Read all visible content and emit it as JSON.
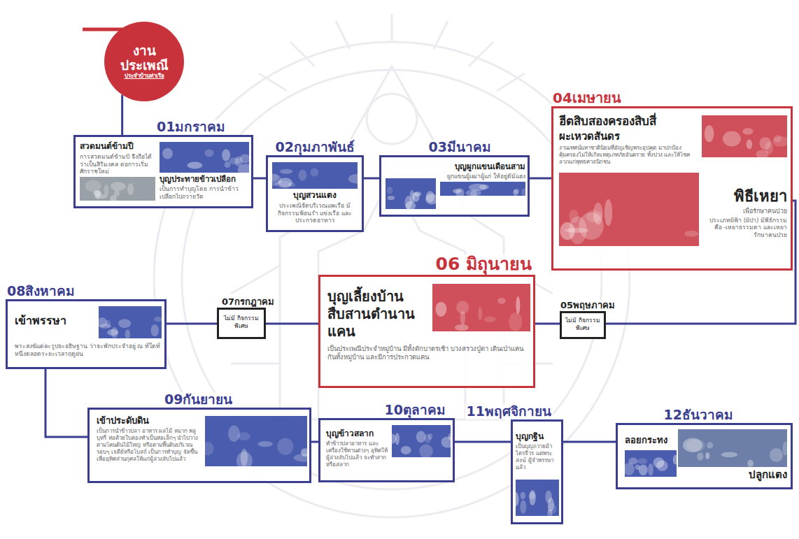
{
  "diagram": {
    "nodes": [
      {
        "text": [
          "งาน ประเพณี",
          "ประจำบ้านท่าเรือ"
        ]
      },
      {
        "text": [
          "01มกราคม",
          "สวดมนต์ข้ามปี",
          "การสวดมนต์ข้ามปี จึงถือได้ว่าเป็นสิริมงคล ต่อการเริ่มศักราชใหม่",
          "บุญประทายข้าวเปลือก",
          "เป็นการทำบุญโดย การนำข้าวเปลือกไปถวายวัด"
        ]
      },
      {
        "text": [
          "02กุมภาพันธ์",
          "บุญสวนแตง",
          "ประเพณีจัดบริเวณแพเรือ มีกิจกรรมฟ้อนรำ แข่งเรือ และประกวดอาหาร"
        ]
      },
      {
        "text": [
          "03มีนาคม",
          "บุญผูกแขนเดือนสาม",
          "ผูกแขนผู้เฒ่าผู้แก่ ให้อยู่ดีมีแฮง"
        ]
      },
      {
        "text": [
          "04เมษายน",
          "ฮีตสิบสองครองสิบสี่",
          "ผะเหวดสันดร",
          "งานเทศน์มหาชาตินิยมที่อัญเชิญพระอุปคุต มาปกป้องคุ้มครองไม่ให้เกิดเหตุเภทภัยอันตราย ทั้งปวง และให้โชคลาภแก่พุทธศาสนิกชน",
          "พิธีเหยา",
          "เพื่อรักษาคนป่วย",
          "ประเภทผีฟ้า (ผีป่า) มีพิธีกรรม คือ -เหยาธรรมดา และเหยารักษาคนป่วย"
        ]
      },
      {
        "text": [
          "05พฤษภาคม",
          "ไม่มี กิจกรรมพิเศษ"
        ]
      },
      {
        "text": [
          "06 มิถุนายน",
          "บุญเลี้ยงบ้าน สืบสานตำนานแคน",
          "เป็นประเพณีประจำหมู่บ้าน มีทั้งตักบาตรเช้า บวงสรวงปู่ตา เดินเป่าแคนกันทั้งหมู่บ้าน และมีการประกวดแคน"
        ]
      },
      {
        "text": [
          "07กรกฎาคม",
          "ไม่มี กิจกรรมพิเศษ"
        ]
      },
      {
        "text": [
          "08สิงหาคม",
          "เข้าพรรษา",
          "พระสงฆ์แต่ละรูปจะอธิษฐาน ว่าจะพักประจำอยู่ ณ ที่ใดที่หนึ่งตลอดระยะเวลาฤดูฝน"
        ]
      },
      {
        "text": [
          "09กันยายน",
          "เข้าประดับดิน",
          "เป็นการนำข้าวปลา อาหาร ผลไม้ หมาก พลู บุหรี่ ห่อด้วยใบตองทำเป็นห่อเล็กๆ นำไปวางตามโคนต้นไม้ใหญ่ หรือตามพื้นดินบริเวณรอบๆ เจดีย์หรือโบสถ์ เป็นการทำบุญ จัดขึ้นเพื่ออุทิศส่วนกุศลให้แก่ผู้ล่วงลับไปแล้ว"
        ]
      },
      {
        "text": [
          "10ตุลาคม",
          "บุญข้าวสลาก",
          "ทำข้าวปลาอาหาร และเครื่องใช้ทานต่างๆ อุทิศให้ ผู้ล่วงลับไปแล้ว จะทำสากหรือสลาก"
        ]
      },
      {
        "text": [
          "11พฤศจิกายน",
          "บุญกฐิน",
          "เป็นบุญถวายผ้าไตรจีวร แด่พระสงฆ์ ผู้จำพรรษาแล้ว"
        ]
      },
      {
        "text": [
          "12ธันวาคม",
          "ลอยกระทง",
          "ปลูกแตง"
        ]
      }
    ],
    "edges": [
      {
        "from": 0,
        "to": 1,
        "arrow": "none"
      },
      {
        "from": 1,
        "to": 2,
        "arrow": "none"
      },
      {
        "from": 2,
        "to": 3,
        "arrow": "none"
      },
      {
        "from": 3,
        "to": 4,
        "arrow": "none"
      },
      {
        "from": 4,
        "to": 5,
        "arrow": "none"
      },
      {
        "from": 5,
        "to": 6,
        "arrow": "none"
      },
      {
        "from": 6,
        "to": 7,
        "arrow": "none"
      },
      {
        "from": 7,
        "to": 8,
        "arrow": "none"
      },
      {
        "from": 8,
        "to": 9,
        "arrow": "none"
      },
      {
        "from": 9,
        "to": 10,
        "arrow": "none"
      },
      {
        "from": 10,
        "to": 11,
        "arrow": "none"
      },
      {
        "from": 11,
        "to": 12,
        "arrow": "none"
      }
    ]
  }
}
